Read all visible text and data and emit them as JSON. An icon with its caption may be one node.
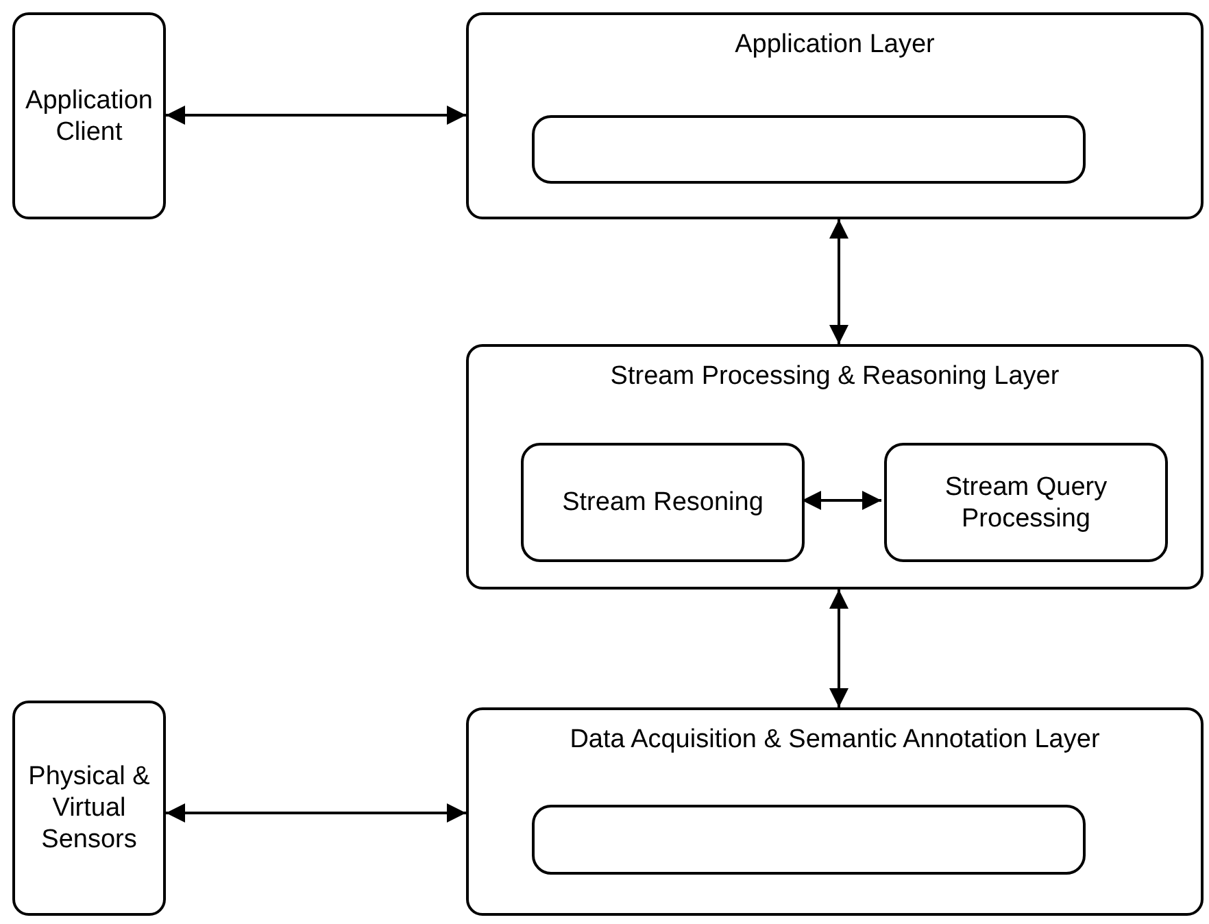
{
  "diagram": {
    "nodes": [
      {
        "text": [
          "Application Client"
        ]
      },
      {
        "text": [
          "Application Layer"
        ]
      },
      {
        "text": [],
        "shape": "box",
        "in": 1
      },
      {
        "text": [
          "Stream Processing & Reasoning Layer"
        ]
      },
      {
        "text": [
          "Stream Resoning"
        ],
        "in": 3
      },
      {
        "text": [
          "Stream Query Processing"
        ],
        "in": 3
      },
      {
        "text": [
          "Physical & Virtual Sensors"
        ]
      },
      {
        "text": [
          "Data Acquisition & Semantic Annotation Layer"
        ]
      },
      {
        "text": [],
        "shape": "box",
        "in": 7
      }
    ],
    "edges": [
      {
        "from": 0,
        "to": 1,
        "arrow": "both"
      },
      {
        "from": 1,
        "to": 3,
        "arrow": "both"
      },
      {
        "from": 4,
        "to": 5,
        "arrow": "both"
      },
      {
        "from": 3,
        "to": 7,
        "arrow": "both"
      },
      {
        "from": 6,
        "to": 7,
        "arrow": "both"
      }
    ]
  }
}
